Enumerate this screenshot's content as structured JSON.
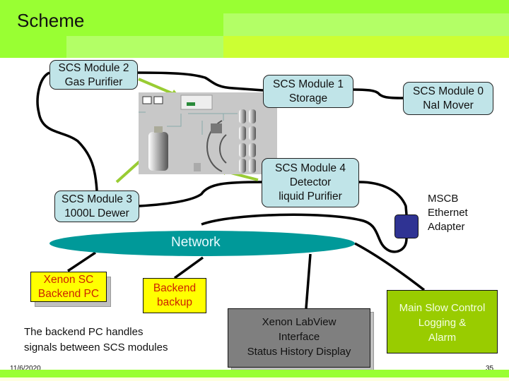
{
  "slide": {
    "title": "Scheme",
    "date": "11/6/2020",
    "page_number": "35"
  },
  "modules": [
    {
      "id": "module-2",
      "line1": "SCS Module 2",
      "line2": "Gas Purifier"
    },
    {
      "id": "module-1",
      "line1": "SCS Module 1",
      "line2": "Storage"
    },
    {
      "id": "module-0",
      "line1": "SCS Module 0",
      "line2": "NaI Mover"
    },
    {
      "id": "module-4",
      "line1": "SCS Module 4",
      "line2": "Detector",
      "line3": "liquid Purifier"
    },
    {
      "id": "module-3",
      "line1": "SCS Module 3",
      "line2": "1000L Dewer"
    }
  ],
  "mscb": {
    "line1": "MSCB",
    "line2": "Ethernet",
    "line3": "Adapter"
  },
  "network": {
    "label": "Network"
  },
  "backend_pc": {
    "line1": "Xenon SC",
    "line2": "Backend PC"
  },
  "backend_backup": {
    "line1": "Backend",
    "line2": "backup"
  },
  "note": {
    "line1": "The backend PC handles",
    "line2": "signals between SCS modules"
  },
  "labview": {
    "line1": "Xenon LabView",
    "line2": "Interface",
    "line3": "Status History Display"
  },
  "main_control": {
    "line1": "Main Slow Control",
    "line2": "Logging &",
    "line3": "Alarm"
  },
  "colors": {
    "header_green": "#99ff33",
    "module_fill": "#c0e4e8",
    "network_fill": "#009999",
    "mscb_fill": "#2f3393",
    "backend_fill": "#ffff00",
    "backend_text": "#cc2200",
    "labview_fill": "#7f7f7f",
    "main_control_fill": "#99cc00",
    "arrow_green": "#99cc33"
  }
}
